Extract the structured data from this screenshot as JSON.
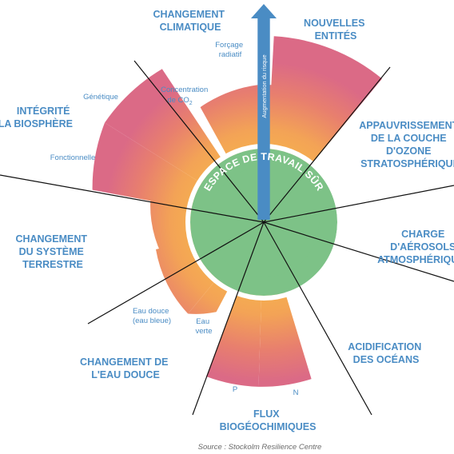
{
  "diagram": {
    "safe_space_label": "ESPACE DE TRAVAIL SÛR",
    "risk_arrow_label": "Augmentation du risque",
    "source": "Source : Stockolm Resilience Centre",
    "categories": {
      "climate": [
        "CHANGEMENT",
        "CLIMATIQUE"
      ],
      "novel": [
        "NOUVELLES",
        "ENTITÉS"
      ],
      "ozone": [
        "APPAUVRISSEMENT",
        "DE LA COUCHE",
        "D'OZONE",
        "STRATOSPHÉRIQUE"
      ],
      "aerosol": [
        "CHARGE",
        "D'AÉROSOLS",
        "ATMOSPHÉRIQUES"
      ],
      "ocean": [
        "ACIDIFICATION",
        "DES OCÉANS"
      ],
      "biogeo": [
        "FLUX",
        "BIOGÉOCHIMIQUES"
      ],
      "freshwater": [
        "CHANGEMENT DE",
        "L'EAU DOUCE"
      ],
      "land": [
        "CHANGEMENT",
        "DU SYSTÈME",
        "TERRESTRE"
      ],
      "biosphere": [
        "INTÉGRITÉ",
        "LA BIOSPHÈRE"
      ]
    },
    "sublabels": {
      "radiative": [
        "Forçage",
        "radiatif"
      ],
      "co2": [
        "Concentration",
        "de CO",
        "2"
      ],
      "genetic": "Génétique",
      "functional": "Fonctionnelle",
      "blue_water": [
        "Eau douce",
        "(eau bleue)"
      ],
      "green_water": [
        "Eau",
        "verte"
      ],
      "phosphorus": "P",
      "nitrogen": "N"
    },
    "colors": {
      "safe_zone": "#7dc287",
      "zone_ring": "#e6e6e6",
      "outside_inner": "#f7b04a",
      "outside_outer": "#e06b83",
      "label_blue": "#4a8cc4",
      "arrow": "#4a8cc4"
    }
  }
}
